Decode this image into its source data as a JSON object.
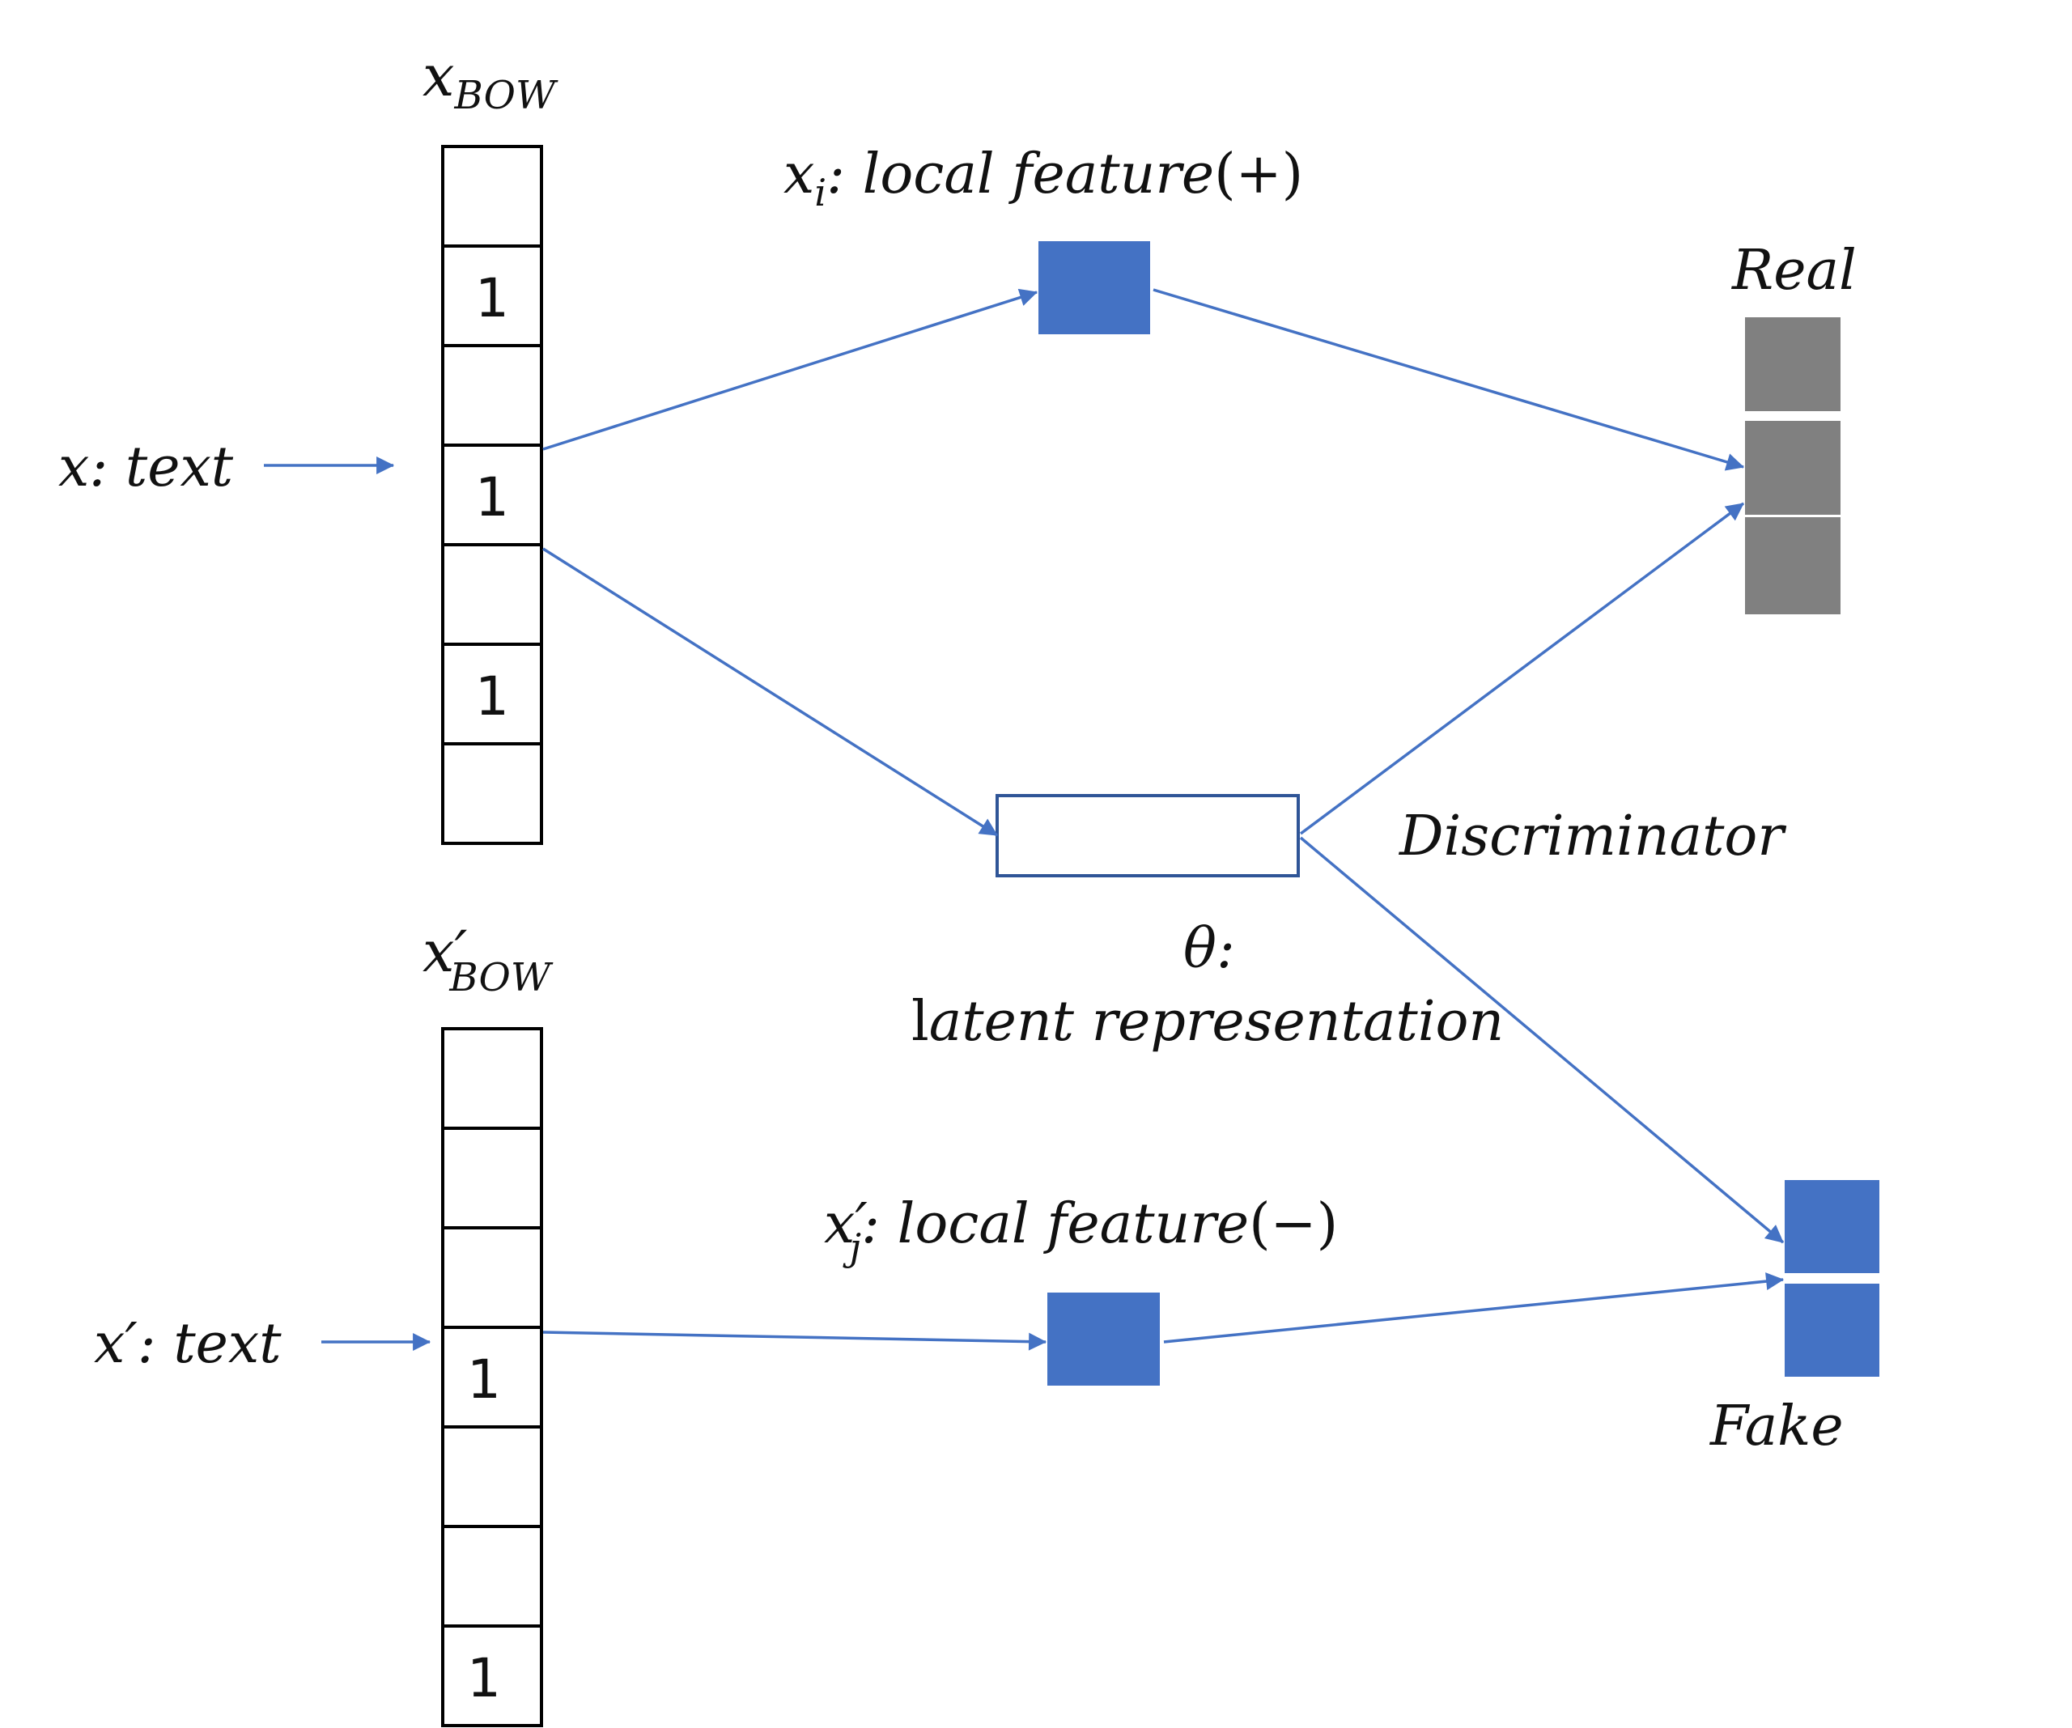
{
  "colors": {
    "arrow": "#4472C4",
    "feature_block": "#4472C4",
    "real_block": "#808080",
    "cell_border": "#000000",
    "latent_border": "#2F5597"
  },
  "labels": {
    "x_bow_base": "x",
    "x_bow_sub": "BOW",
    "x_bow_prime_base": "x′",
    "x_bow_prime_sub": "BOW",
    "x_text_var": "x",
    "x_text_rest": ": text",
    "xprime_text_var": "x′",
    "xprime_text_rest": ": text",
    "local_pos_var": "x",
    "local_pos_sub": "i",
    "local_pos_rest": ": local feature",
    "local_pos_sign": "(+)",
    "local_neg_var": "x′",
    "local_neg_sub": "j",
    "local_neg_rest": ": local feature",
    "local_neg_sign": "(−)",
    "real": "Real",
    "fake": "Fake",
    "discriminator": "Discriminator",
    "theta": "θ:",
    "latent_first": "l",
    "latent_rest": "atent representation"
  },
  "bow_vector": {
    "cells": [
      "",
      "1",
      "",
      "1",
      "",
      "1",
      ""
    ]
  },
  "bow_vector_prime": {
    "cells": [
      "",
      "",
      "",
      "1",
      "",
      "",
      "1"
    ]
  }
}
